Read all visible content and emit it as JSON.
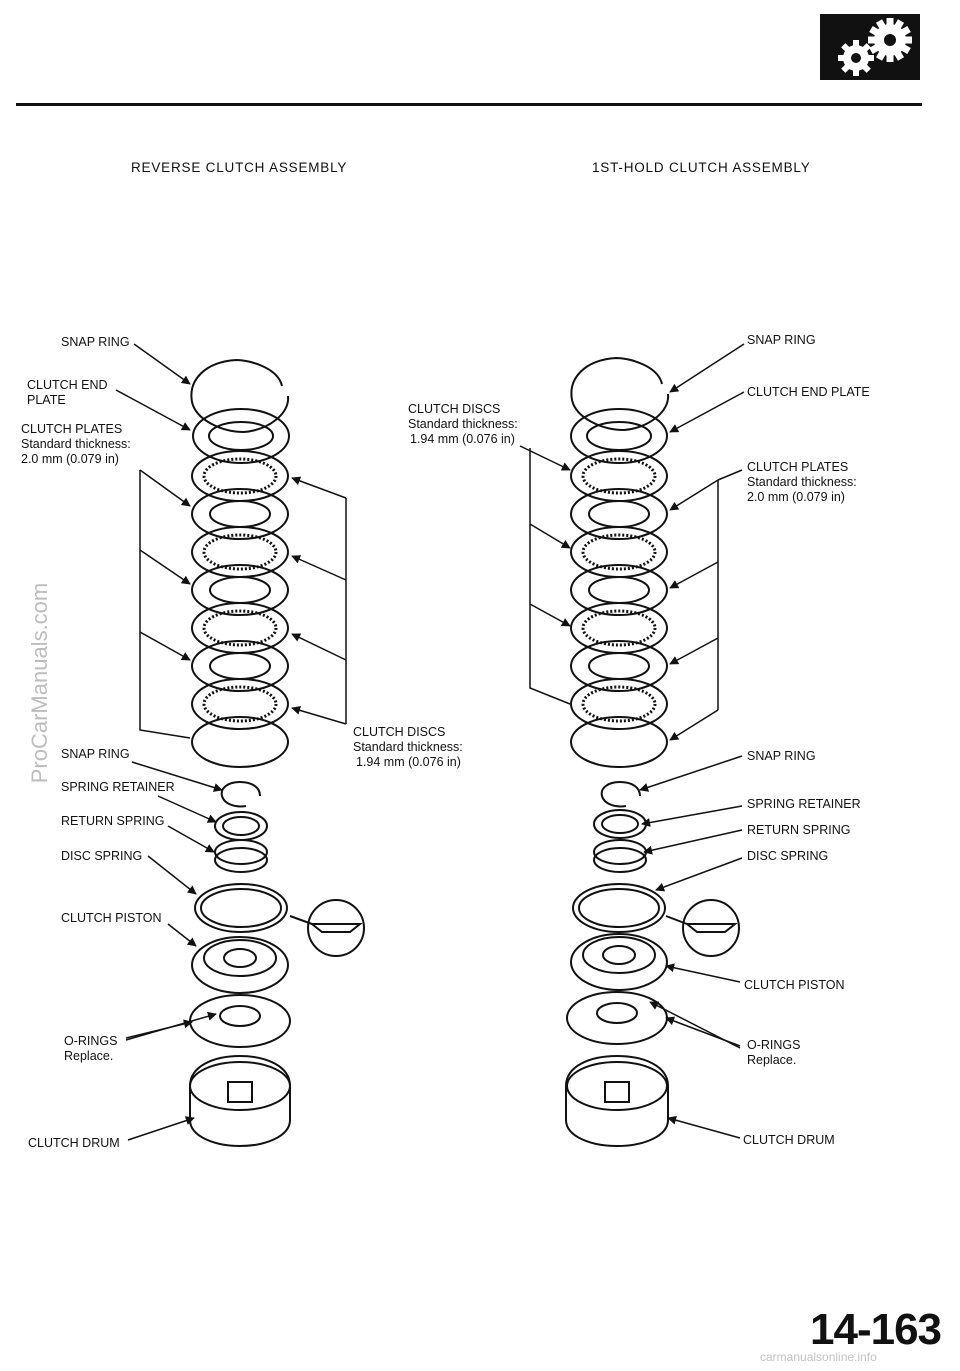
{
  "titles": {
    "reverse": "REVERSE CLUTCH ASSEMBLY",
    "hold": "1ST-HOLD CLUTCH ASSEMBLY"
  },
  "reverse_labels": {
    "snap_ring_top": "SNAP RING",
    "clutch_end_plate_1": "CLUTCH END",
    "clutch_end_plate_2": "PLATE",
    "clutch_plates": "CLUTCH PLATES",
    "plates_std": "Standard thickness:",
    "plates_val": "2.0 mm (0.079 in)",
    "clutch_discs": "CLUTCH DISCS",
    "discs_std": "Standard thickness:",
    "discs_val": "1.94 mm (0.076 in)",
    "snap_ring_bottom": "SNAP RING",
    "spring_retainer": "SPRING RETAINER",
    "return_spring": "RETURN SPRING",
    "disc_spring": "DISC SPRING",
    "clutch_piston": "CLUTCH PISTON",
    "o_rings": "O-RINGS",
    "o_rings_note": "Replace.",
    "clutch_drum": "CLUTCH DRUM"
  },
  "hold_labels": {
    "clutch_discs": "CLUTCH DISCS",
    "discs_std": "Standard thickness:",
    "discs_val": "1.94 mm (0.076 in)",
    "snap_ring_top": "SNAP RING",
    "clutch_end_plate": "CLUTCH END PLATE",
    "clutch_plates": "CLUTCH PLATES",
    "plates_std": "Standard thickness:",
    "plates_val": "2.0 mm (0.079 in)",
    "snap_ring_bottom": "SNAP RING",
    "spring_retainer": "SPRING RETAINER",
    "return_spring": "RETURN SPRING",
    "disc_spring": "DISC SPRING",
    "clutch_piston": "CLUTCH PISTON",
    "o_rings": "O-RINGS",
    "o_rings_note": "Replace.",
    "clutch_drum": "CLUTCH DRUM"
  },
  "page_number": "14-163",
  "watermark": "ProCarManuals.com",
  "footer_url": "carmanualsonline.info",
  "icons": {
    "header": "gears-icon"
  }
}
